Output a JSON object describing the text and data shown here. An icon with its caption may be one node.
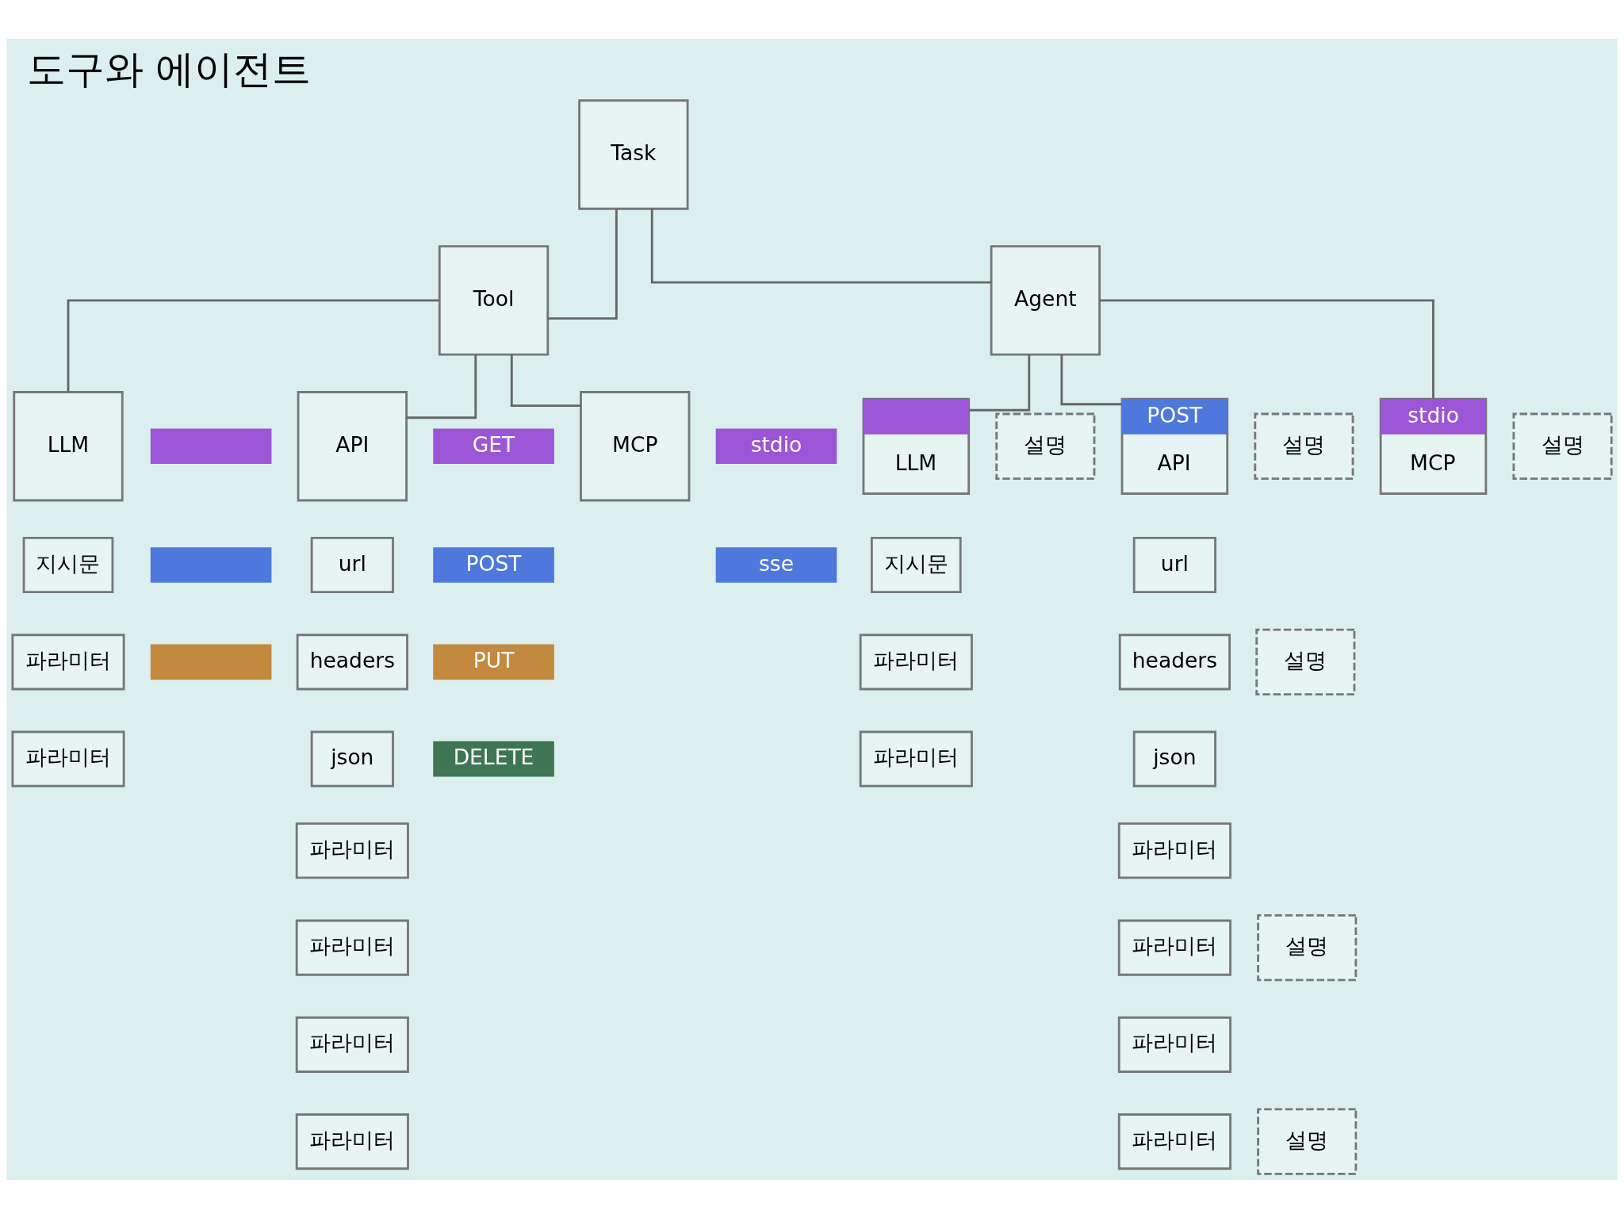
{
  "diagram": {
    "title": "도구와 에이전트",
    "nodes": [
      {
        "text": [
          "Task"
        ]
      },
      {
        "text": [
          "Tool"
        ]
      },
      {
        "text": [
          "Agent"
        ]
      },
      {
        "text": [
          "LLM"
        ]
      },
      {
        "text": [],
        "shape": "box"
      },
      {
        "text": [],
        "shape": "box"
      },
      {
        "text": [],
        "shape": "box"
      },
      {
        "text": [
          "API"
        ]
      },
      {
        "text": [
          "GET"
        ]
      },
      {
        "text": [
          "POST"
        ]
      },
      {
        "text": [
          "PUT"
        ]
      },
      {
        "text": [
          "DELETE"
        ]
      },
      {
        "text": [
          "MCP"
        ]
      },
      {
        "text": [
          "stdio"
        ]
      },
      {
        "text": [
          "sse"
        ]
      },
      {
        "text": [
          "LLM"
        ]
      },
      {
        "text": [
          "설명"
        ]
      },
      {
        "text": [
          "POST",
          "API"
        ]
      },
      {
        "text": [
          "설명"
        ]
      },
      {
        "text": [
          "stdio",
          "MCP"
        ]
      },
      {
        "text": [
          "설명"
        ]
      },
      {
        "text": [
          "지시문"
        ]
      },
      {
        "text": [
          "파라미터"
        ]
      },
      {
        "text": [
          "파라미터"
        ]
      },
      {
        "text": [
          "url"
        ]
      },
      {
        "text": [
          "headers"
        ]
      },
      {
        "text": [
          "json"
        ]
      },
      {
        "text": [
          "파라미터"
        ]
      },
      {
        "text": [
          "파라미터"
        ]
      },
      {
        "text": [
          "파라미터"
        ]
      },
      {
        "text": [
          "파라미터"
        ]
      },
      {
        "text": [
          "지시문"
        ]
      },
      {
        "text": [
          "파라미터"
        ]
      },
      {
        "text": [
          "설명"
        ]
      },
      {
        "text": [
          "파라미터"
        ]
      },
      {
        "text": [
          "url"
        ]
      },
      {
        "text": [
          "headers"
        ]
      },
      {
        "text": [
          "json"
        ]
      },
      {
        "text": [
          "파라미터"
        ]
      },
      {
        "text": [
          "파라미터"
        ]
      },
      {
        "text": [
          "설명"
        ]
      },
      {
        "text": [
          "파라미터"
        ]
      },
      {
        "text": [
          "파라미터"
        ]
      },
      {
        "text": [
          "설명"
        ]
      }
    ],
    "edges": [
      {
        "from": 0,
        "to": 1,
        "arrow": "none"
      },
      {
        "from": 0,
        "to": 2,
        "arrow": "none"
      },
      {
        "from": 1,
        "to": 3,
        "arrow": "none"
      },
      {
        "from": 1,
        "to": 7,
        "arrow": "none"
      },
      {
        "from": 1,
        "to": 12,
        "arrow": "none"
      },
      {
        "from": 2,
        "to": 15,
        "arrow": "none"
      },
      {
        "from": 2,
        "to": 17,
        "arrow": "none"
      },
      {
        "from": 2,
        "to": 19,
        "arrow": "none"
      }
    ]
  }
}
